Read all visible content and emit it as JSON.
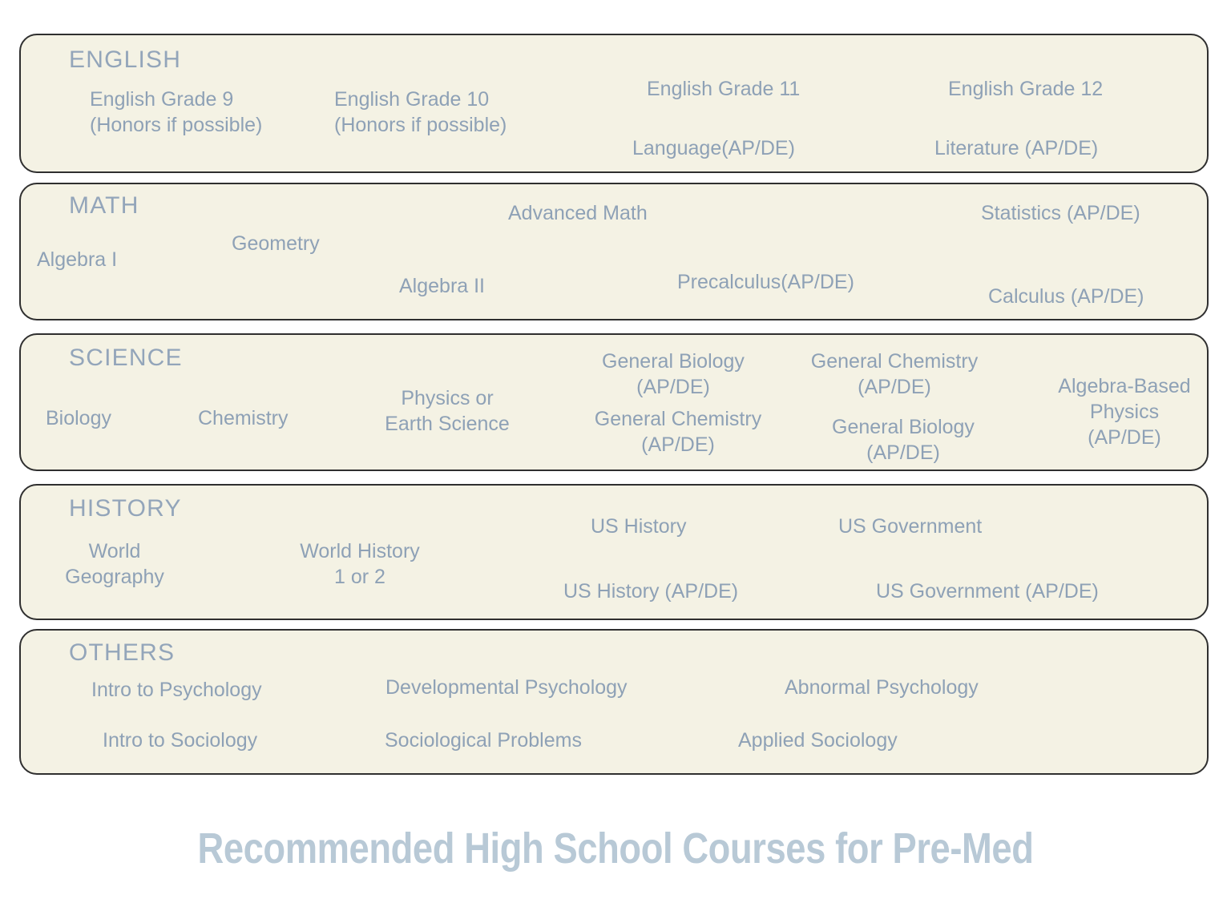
{
  "page": {
    "title": "Recommended High School Courses for Pre-Med",
    "background_color": "#ffffff",
    "box_fill_color": "#f4f2e4",
    "box_border_color": "#2f2f2f",
    "text_color": "#8ea1b6",
    "arrow_color": "#7f93ae",
    "title_color": "#b8c9d6"
  },
  "sections": [
    {
      "id": "english",
      "title": "ENGLISH",
      "nodes": [
        {
          "id": "eng9",
          "lines": [
            "English Grade 9",
            "(Honors if possible)"
          ]
        },
        {
          "id": "eng10",
          "lines": [
            "English Grade 10",
            "(Honors if possible)"
          ]
        },
        {
          "id": "eng11",
          "lines": [
            "English Grade 11"
          ]
        },
        {
          "id": "eng12",
          "lines": [
            "English Grade 12"
          ]
        },
        {
          "id": "lang",
          "lines": [
            "Language(AP/DE)"
          ]
        },
        {
          "id": "lit",
          "lines": [
            "Literature (AP/DE)"
          ]
        }
      ],
      "edges": [
        {
          "from": "eng9",
          "to": "eng10"
        },
        {
          "from": "eng10",
          "to": "eng11"
        },
        {
          "from": "eng10",
          "to": "lang"
        },
        {
          "from": "eng11",
          "to": "eng12"
        },
        {
          "from": "lang",
          "to": "lit"
        }
      ]
    },
    {
      "id": "math",
      "title": "MATH",
      "nodes": [
        {
          "id": "alg1",
          "lines": [
            "Algebra  I"
          ]
        },
        {
          "id": "geom",
          "lines": [
            "Geometry"
          ]
        },
        {
          "id": "alg2",
          "lines": [
            "Algebra  II"
          ]
        },
        {
          "id": "advm",
          "lines": [
            "Advanced Math"
          ]
        },
        {
          "id": "prec",
          "lines": [
            "Precalculus(AP/DE)"
          ]
        },
        {
          "id": "stat",
          "lines": [
            "Statistics (AP/DE)"
          ]
        },
        {
          "id": "calc",
          "lines": [
            "Calculus (AP/DE)"
          ]
        }
      ],
      "edges": [
        {
          "from": "alg1",
          "to": "geom"
        },
        {
          "from": "geom",
          "to": "alg2"
        },
        {
          "from": "alg2",
          "to": "advm"
        },
        {
          "from": "alg2",
          "to": "prec"
        },
        {
          "from": "advm",
          "to": "prec"
        },
        {
          "from": "prec",
          "to": "stat"
        },
        {
          "from": "prec",
          "to": "calc"
        },
        {
          "from": "stat",
          "to": "calc"
        }
      ]
    },
    {
      "id": "science",
      "title": "SCIENCE",
      "nodes": [
        {
          "id": "bio",
          "lines": [
            "Biology"
          ]
        },
        {
          "id": "chem",
          "lines": [
            "Chemistry"
          ]
        },
        {
          "id": "physearth",
          "lines": [
            "Physics or",
            "Earth Science"
          ]
        },
        {
          "id": "genbio1",
          "lines": [
            "General Biology",
            "(AP/DE)"
          ]
        },
        {
          "id": "genchem1",
          "lines": [
            "General Chemistry",
            "(AP/DE)"
          ]
        },
        {
          "id": "genchem2",
          "lines": [
            "General Chemistry",
            "(AP/DE)"
          ]
        },
        {
          "id": "genbio2",
          "lines": [
            "General Biology",
            "(AP/DE)"
          ]
        },
        {
          "id": "algphys",
          "lines": [
            "Algebra-Based",
            "Physics",
            "(AP/DE)"
          ]
        }
      ],
      "edges": [
        {
          "from": "bio",
          "to": "chem"
        },
        {
          "from": "chem",
          "to": "physearth"
        },
        {
          "from": "physearth",
          "to": "genbio1"
        },
        {
          "from": "physearth",
          "to": "genchem2"
        },
        {
          "from": "genbio1",
          "to": "genchem1"
        },
        {
          "from": "genchem2",
          "to": "genbio2"
        },
        {
          "from": "genchem1",
          "to": "algphys"
        },
        {
          "from": "genbio2",
          "to": "algphys"
        }
      ]
    },
    {
      "id": "history",
      "title": "HISTORY",
      "nodes": [
        {
          "id": "worldgeo",
          "lines": [
            "World",
            "Geography"
          ]
        },
        {
          "id": "worldhist",
          "lines": [
            "World History",
            "1 or 2"
          ]
        },
        {
          "id": "ushist",
          "lines": [
            "US History"
          ]
        },
        {
          "id": "usgov",
          "lines": [
            "US Government"
          ]
        },
        {
          "id": "ushistap",
          "lines": [
            "US History (AP/DE)"
          ]
        },
        {
          "id": "usgovap",
          "lines": [
            "US Government (AP/DE)"
          ]
        }
      ],
      "edges": [
        {
          "from": "worldgeo",
          "to": "worldhist"
        },
        {
          "from": "worldhist",
          "to": "ushist"
        },
        {
          "from": "worldhist",
          "to": "ushistap"
        },
        {
          "from": "ushist",
          "to": "usgov"
        },
        {
          "from": "ushistap",
          "to": "usgovap"
        }
      ]
    },
    {
      "id": "others",
      "title": "OTHERS",
      "nodes": [
        {
          "id": "intropsy",
          "lines": [
            "Intro to Psychology"
          ]
        },
        {
          "id": "devpsy",
          "lines": [
            "Developmental Psychology"
          ]
        },
        {
          "id": "abnpsy",
          "lines": [
            "Abnormal Psychology"
          ]
        },
        {
          "id": "introsoc",
          "lines": [
            "Intro to Sociology"
          ]
        },
        {
          "id": "socprob",
          "lines": [
            "Sociological Problems"
          ]
        },
        {
          "id": "appsoc",
          "lines": [
            "Applied Sociology"
          ]
        }
      ],
      "edges": [
        {
          "from": "intropsy",
          "to": "devpsy"
        },
        {
          "from": "devpsy",
          "to": "abnpsy"
        },
        {
          "from": "introsoc",
          "to": "socprob"
        },
        {
          "from": "socprob",
          "to": "appsoc"
        }
      ]
    }
  ]
}
